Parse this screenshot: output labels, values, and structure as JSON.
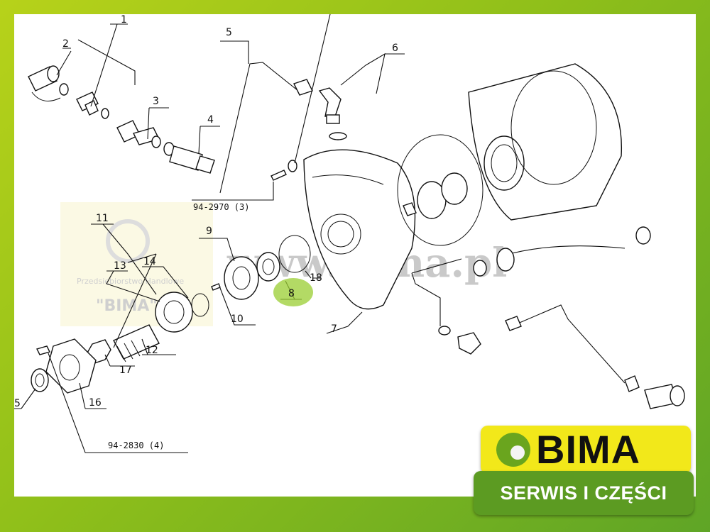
{
  "diagram": {
    "callouts": [
      {
        "id": "1",
        "text": "1"
      },
      {
        "id": "2",
        "text": "2"
      },
      {
        "id": "3",
        "text": "3"
      },
      {
        "id": "4",
        "text": "4"
      },
      {
        "id": "5a",
        "text": "5"
      },
      {
        "id": "5b",
        "text": "5"
      },
      {
        "id": "6",
        "text": "6"
      },
      {
        "id": "7",
        "text": "7"
      },
      {
        "id": "8",
        "text": "8"
      },
      {
        "id": "9",
        "text": "9"
      },
      {
        "id": "10",
        "text": "10"
      },
      {
        "id": "11",
        "text": "11"
      },
      {
        "id": "12",
        "text": "12"
      },
      {
        "id": "13",
        "text": "13"
      },
      {
        "id": "14",
        "text": "14"
      },
      {
        "id": "16",
        "text": "16"
      },
      {
        "id": "17",
        "text": "17"
      },
      {
        "id": "18",
        "text": "18"
      }
    ],
    "references": {
      "ref_2970": "94-2970 (3)",
      "ref_2830": "94-2830 (4)"
    },
    "highlight_color": "#9acd32"
  },
  "watermark": {
    "site": "www.bima.pl",
    "company_line": "Przedsiębiorstwo Handlowe",
    "company_name": "\"BIMA\""
  },
  "logo": {
    "name": "BIMA",
    "tagline": "SERWIS I CZĘŚCI",
    "colors": {
      "yellow": "#f2e81a",
      "green": "#5c9b22",
      "ball": "#6aa51e"
    }
  }
}
